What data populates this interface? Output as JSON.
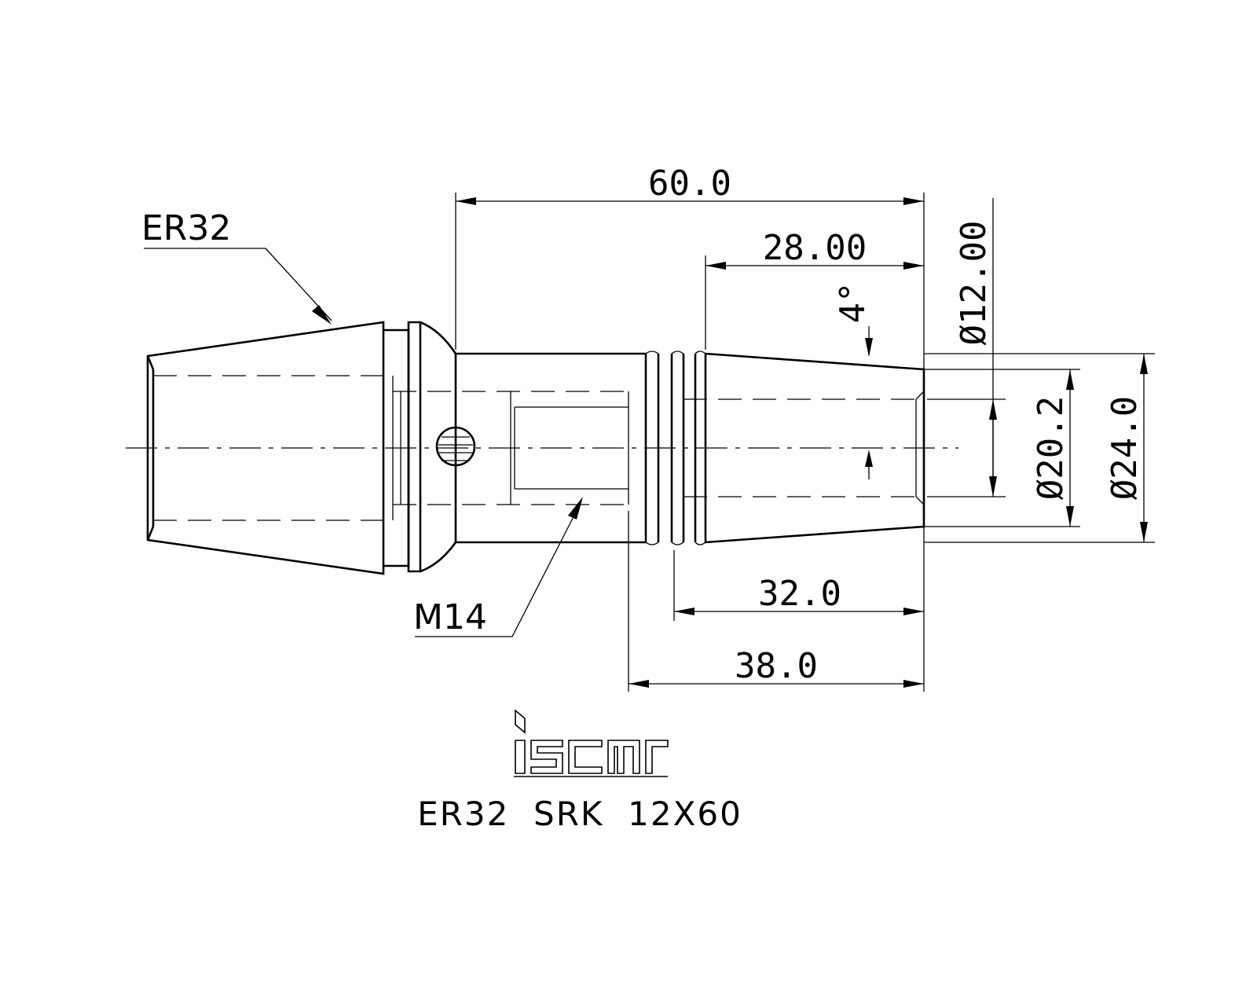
{
  "drawing": {
    "callouts": {
      "collet": "ER32",
      "thread": "M14",
      "angle": "4°"
    },
    "dimensions": {
      "overall_length": "60.0",
      "taper_length": "28.00",
      "flute_to_end": "32.0",
      "bore_depth": "38.0",
      "tip_diameter": "Ø12.00",
      "bore_diameter": "Ø20.2",
      "shank_diameter": "Ø24.0"
    },
    "logo": {
      "brand": "iscar",
      "icon": "iscar-logo"
    },
    "title": "ER32  SRK  12X60"
  }
}
